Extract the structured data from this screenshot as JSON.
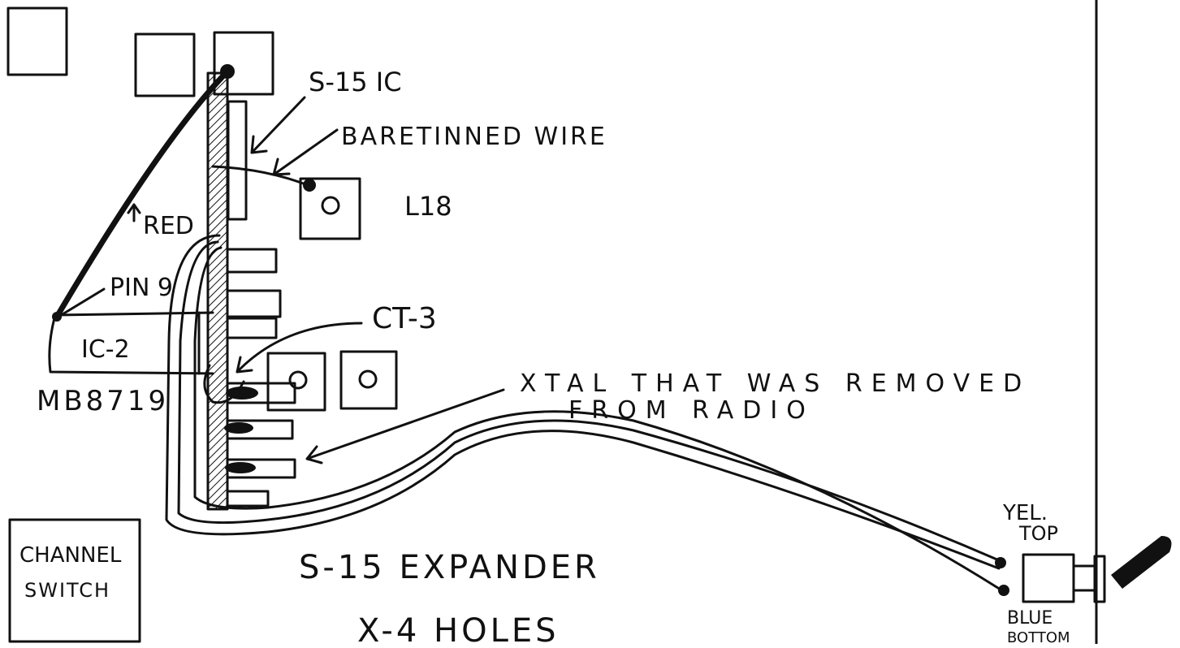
{
  "labels": {
    "s15_ic": "S-15 IC",
    "bare_wire": "BARETINNED WIRE",
    "l18": "L18",
    "red": "RED",
    "pin9": "PIN 9",
    "ic2": "IC-2",
    "mb": "MB8719",
    "ct3": "CT-3",
    "xtal_line1": "XTAL THAT WAS REMOVED",
    "xtal_line2": "FROM RADIO",
    "yel": "YEL.",
    "top": "TOP",
    "blue": "BLUE",
    "bottom": "BOTTOM",
    "channel": "CHANNEL",
    "switch": "SWITCH",
    "title1": "S-15 EXPANDER",
    "title2": "X-4 HOLES"
  },
  "colors": {
    "ink": "#111111",
    "paper": "#ffffff"
  }
}
